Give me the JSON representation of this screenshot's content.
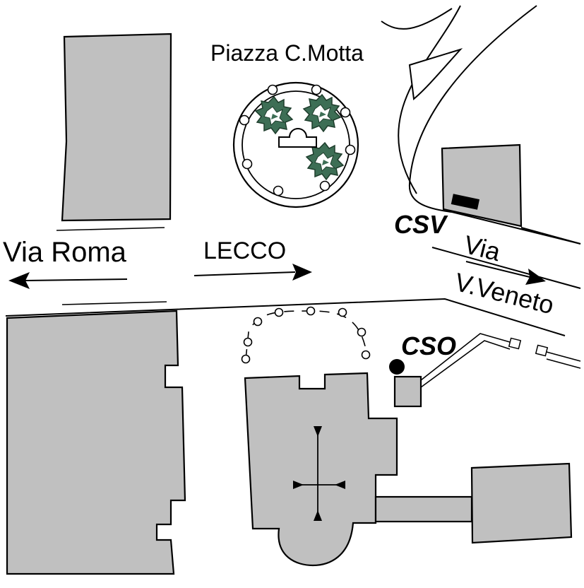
{
  "labels": {
    "piazza": "Piazza C.Motta",
    "via_roma": "Via Roma",
    "lecco": "LECCO",
    "csv": "CSV",
    "cso": "CSO",
    "via": "Via",
    "veneto": "V.Veneto"
  },
  "colors": {
    "building": "#c0c0c0",
    "line": "#000000",
    "tree_leaf": "#3d6e55",
    "background": "#ffffff"
  },
  "icons": {
    "tree": "tree-icon",
    "church_cross": "cross-icon",
    "marker": "station-marker-icon",
    "arrow": "arrow-icon"
  }
}
